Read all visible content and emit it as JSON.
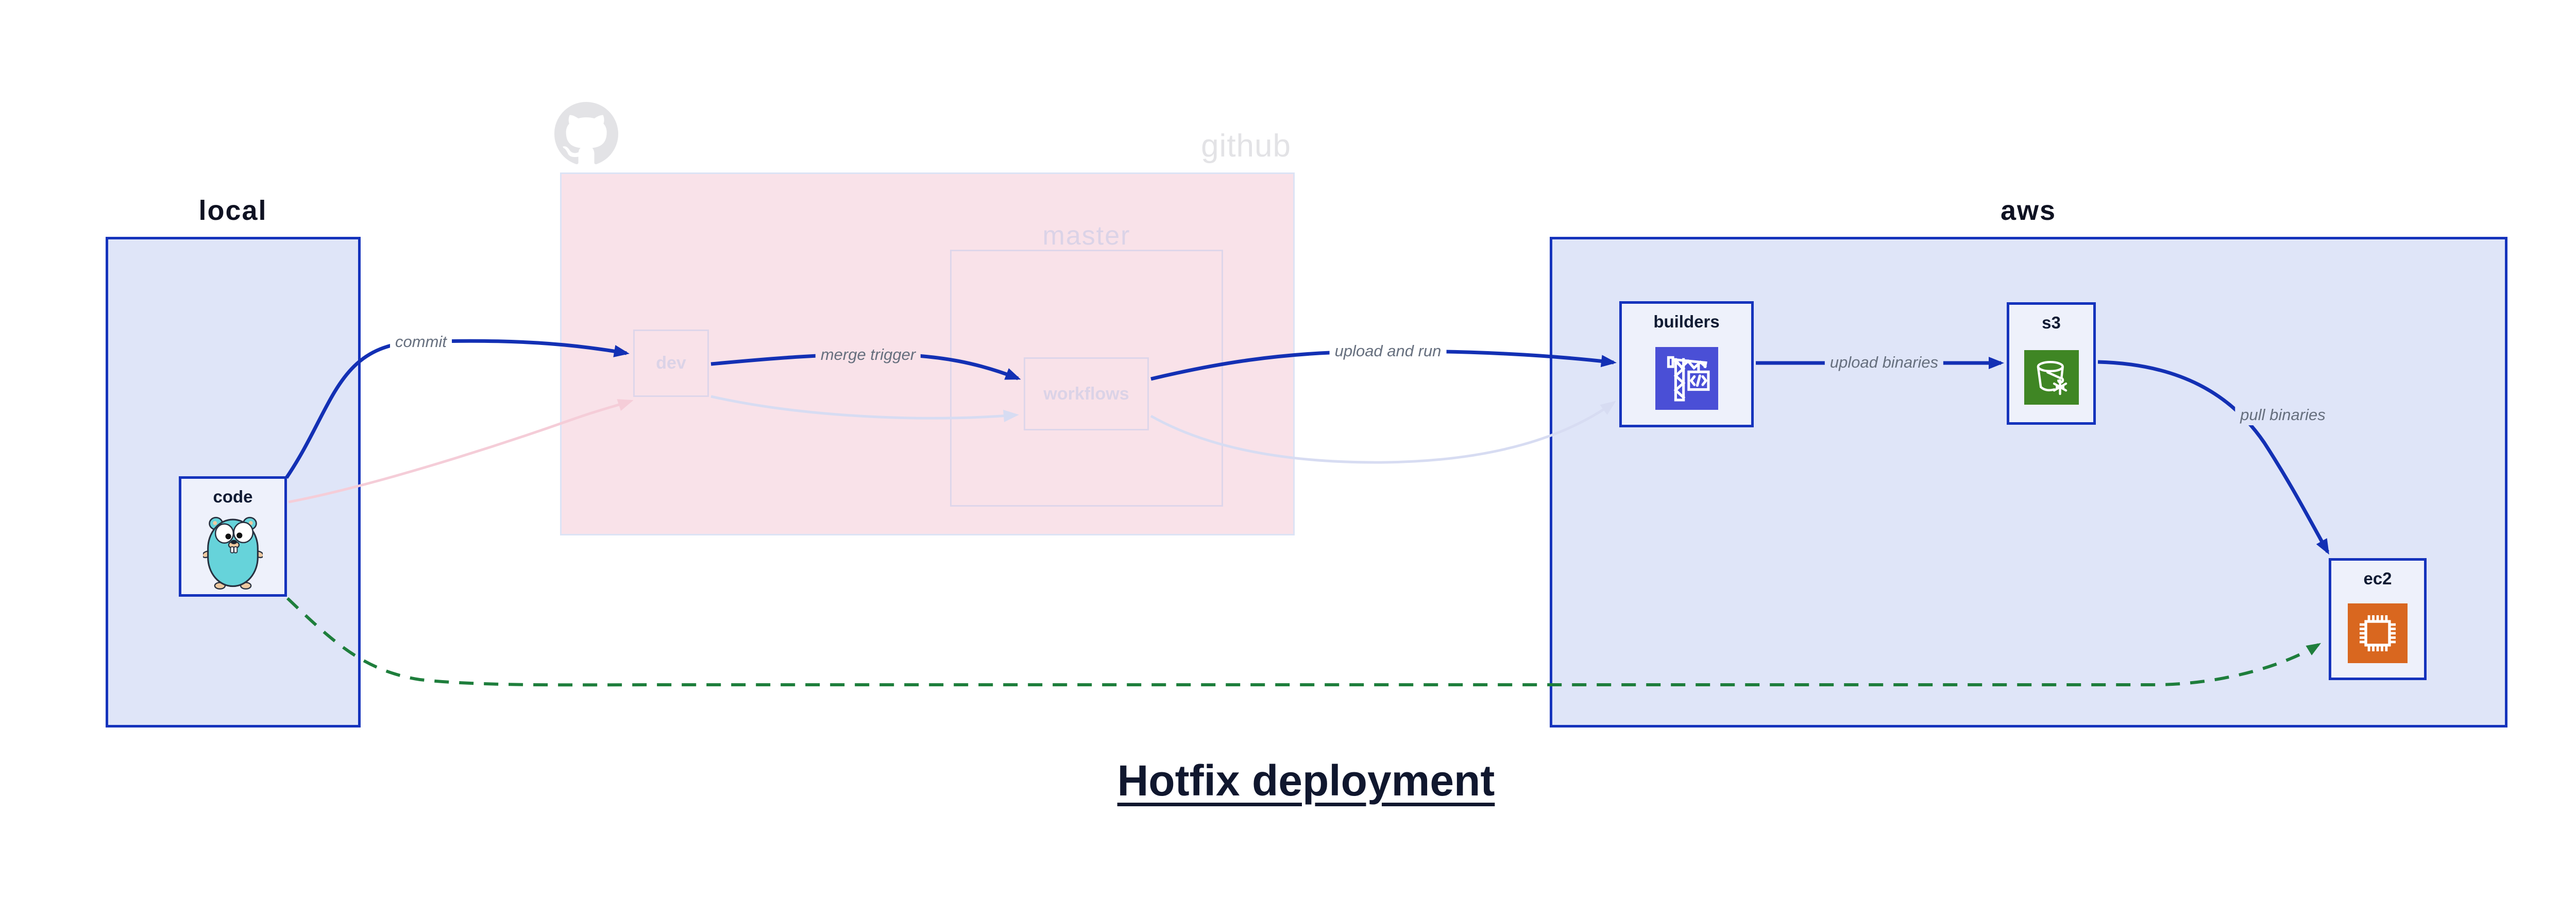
{
  "title": {
    "text": "Hotfix deployment"
  },
  "groups": {
    "local": {
      "label": "local"
    },
    "github": {
      "label": "github"
    },
    "master": {
      "label": "master"
    },
    "aws": {
      "label": "aws"
    }
  },
  "nodes": {
    "code": {
      "label": "code",
      "icon": "go-gopher-icon"
    },
    "dev": {
      "label": "dev"
    },
    "workflows": {
      "label": "workflows"
    },
    "builders": {
      "label": "builders",
      "icon": "aws-codebuild-icon"
    },
    "s3": {
      "label": "s3",
      "icon": "aws-s3-glacier-bucket-icon"
    },
    "ec2": {
      "label": "ec2",
      "icon": "aws-ec2-chip-icon"
    }
  },
  "edges": [
    {
      "from": "code",
      "to": "dev",
      "label": "commit",
      "style": "active-blue"
    },
    {
      "from": "dev",
      "to": "workflows",
      "label": "merge trigger",
      "style": "active-blue"
    },
    {
      "from": "workflows",
      "to": "builders",
      "label": "upload and run",
      "style": "active-blue"
    },
    {
      "from": "builders",
      "to": "s3",
      "label": "upload binaries",
      "style": "active-blue"
    },
    {
      "from": "s3",
      "to": "ec2",
      "label": "pull binaries",
      "style": "active-blue"
    },
    {
      "from": "code",
      "to": "ec2",
      "label": "",
      "style": "hotfix-green-dashed"
    },
    {
      "from": "code",
      "to": "dev",
      "label": "",
      "style": "faded-pink"
    },
    {
      "from": "dev",
      "to": "workflows",
      "label": "",
      "style": "faded-lavender"
    },
    {
      "from": "workflows",
      "to": "builders",
      "label": "",
      "style": "faded-lavender"
    }
  ],
  "colors": {
    "arrow-blue": "#1330b4",
    "border-blue": "#1533bc",
    "group-fill": "#dfe5f8",
    "node-fill": "#eef1fb",
    "github-fill": "#f9e2e9",
    "github-border": "#dce3f5",
    "faded-border": "#ded6ea",
    "faded-text": "#dbd3e7",
    "watermark-gray": "#e3e3e6",
    "label-gray": "#666f7e",
    "dark-text": "#101b33",
    "title-color": "#10172e",
    "green": "#1e7e3c",
    "faded-pink": "#f5cdd8",
    "faded-lavender": "#d7dcf2",
    "codebuild": "#4a4fd6",
    "s3green": "#3f8624",
    "ec2orange": "#d9671f",
    "gopher": "#66d3da"
  }
}
